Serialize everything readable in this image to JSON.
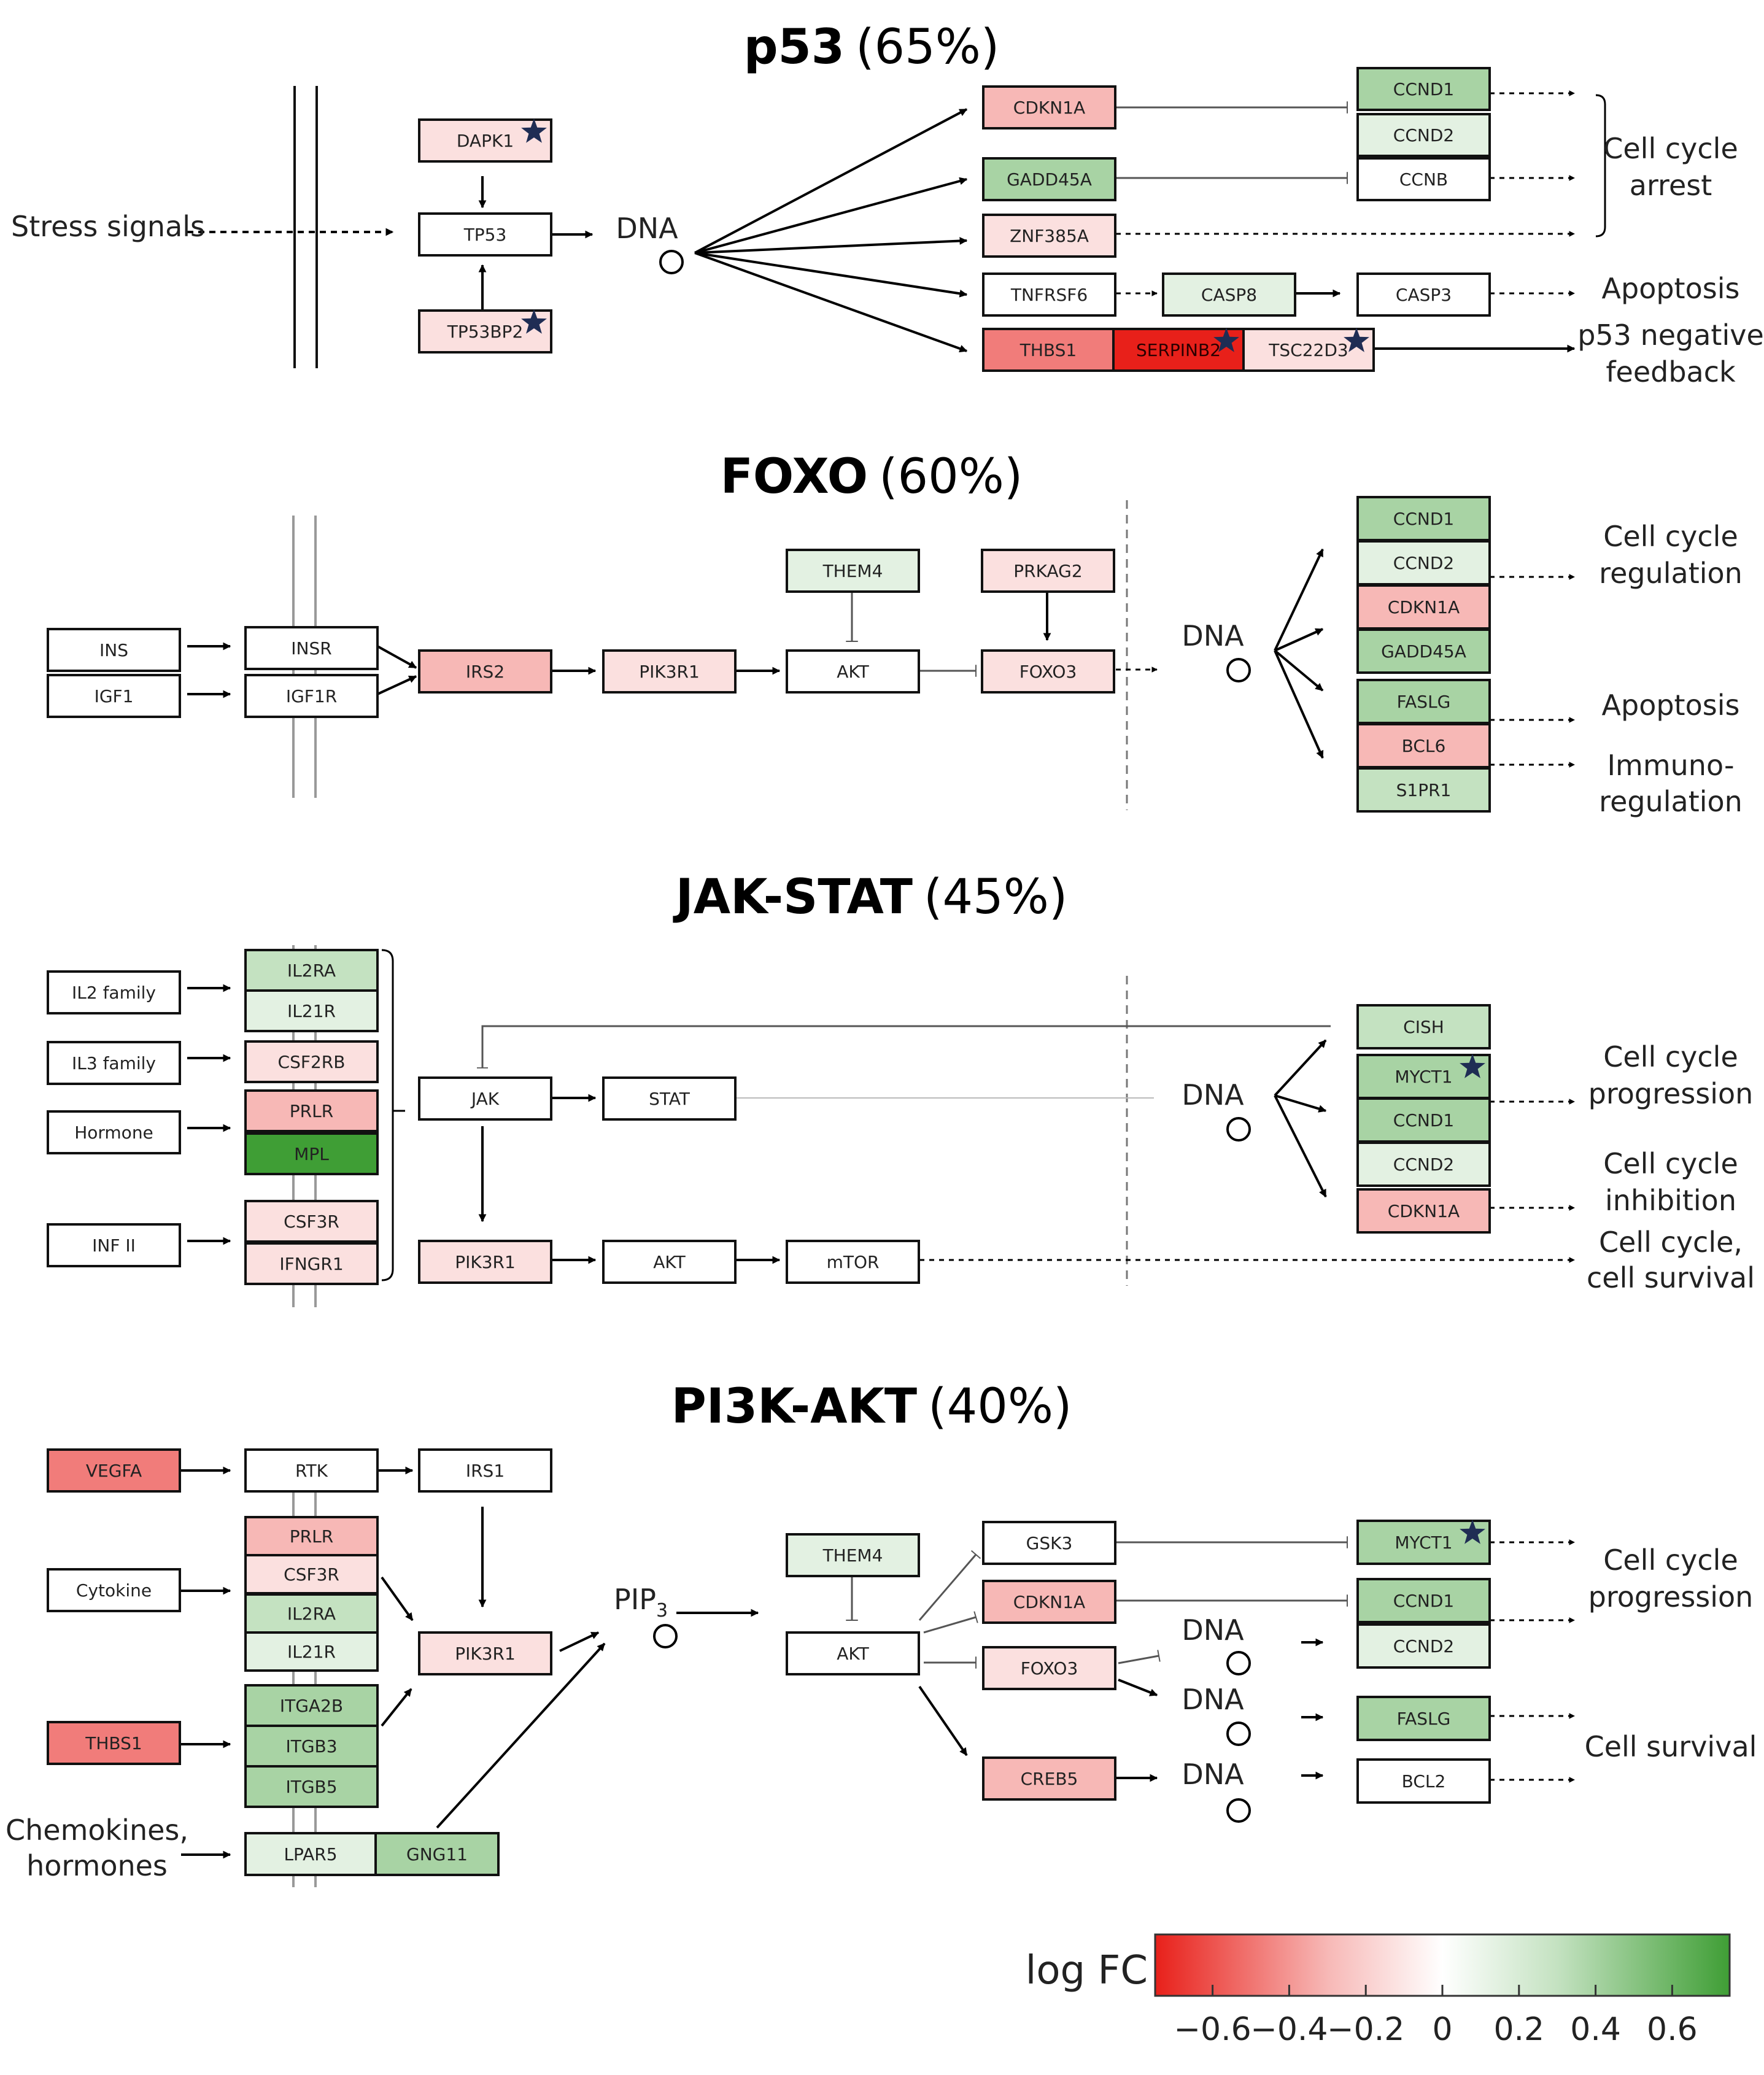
{
  "colors": {
    "red_strong": "#e8201a",
    "red_mid": "#f17c7a",
    "red_light": "#f7b8b6",
    "red_pale": "#fbe0df",
    "white": "#ffffff",
    "green_pale": "#e3f1e2",
    "green_light": "#c4e2c1",
    "green_mid": "#a8d3a4",
    "green_strong": "#3f9e35",
    "star": "#1f2d54"
  },
  "sections": {
    "p53": {
      "title": "p53",
      "pct": "(65%)"
    },
    "foxo": {
      "title": "FOXO",
      "pct": "(60%)"
    },
    "jak": {
      "title": "JAK-STAT",
      "pct": "(45%)"
    },
    "pi3k": {
      "title": "PI3K-AKT",
      "pct": "(40%)"
    }
  },
  "labels": {
    "stress": "Stress signals",
    "dna": "DNA",
    "pip3": "PIP",
    "pip3_sub": "3",
    "cc_arrest_1": "Cell cycle",
    "cc_arrest_2": "arrest",
    "apoptosis": "Apoptosis",
    "neg_fb_1": "p53 negative",
    "neg_fb_2": "feedback",
    "cc_reg_1": "Cell cycle",
    "cc_reg_2": "regulation",
    "immuno_1": "Immuno-",
    "immuno_2": "regulation",
    "cc_prog_1": "Cell cycle",
    "cc_prog_2": "progression",
    "cc_inh_1": "Cell cycle",
    "cc_inh_2": "inhibition",
    "cc_surv_1": "Cell cycle,",
    "cc_surv_2": "cell survival",
    "cell_survival": "Cell survival",
    "chemo_1": "Chemokines,",
    "chemo_2": "hormones"
  },
  "genes": {
    "p53": [
      "DAPK1",
      "TP53",
      "TP53BP2",
      "CDKN1A",
      "GADD45A",
      "ZNF385A",
      "TNFRSF6",
      "CASP8",
      "CASP3",
      "THBS1",
      "SERPINB2",
      "TSC22D3",
      "CCND1",
      "CCND2",
      "CCNB"
    ],
    "foxo": [
      "INS",
      "IGF1",
      "INSR",
      "IGF1R",
      "IRS2",
      "PIK3R1",
      "THEM4",
      "AKT",
      "PRKAG2",
      "FOXO3",
      "CCND1",
      "CCND2",
      "CDKN1A",
      "GADD45A",
      "FASLG",
      "BCL6",
      "S1PR1"
    ],
    "jak": [
      "IL2 family",
      "IL3 family",
      "Hormone",
      "INF II",
      "IL2RA",
      "IL21R",
      "CSF2RB",
      "PRLR",
      "MPL",
      "CSF3R",
      "IFNGR1",
      "JAK",
      "STAT",
      "PIK3R1",
      "AKT",
      "mTOR",
      "CISH",
      "MYCT1",
      "CCND1",
      "CCND2",
      "CDKN1A"
    ],
    "pi3k": [
      "VEGFA",
      "RTK",
      "IRS1",
      "Cytokine",
      "PRLR",
      "CSF3R",
      "IL2RA",
      "IL21R",
      "THBS1",
      "ITGA2B",
      "ITGB3",
      "ITGB5",
      "LPAR5",
      "GNG11",
      "PIK3R1",
      "THEM4",
      "AKT",
      "GSK3",
      "CDKN1A",
      "FOXO3",
      "CREB5",
      "MYCT1",
      "CCND1",
      "CCND2",
      "FASLG",
      "BCL2"
    ]
  },
  "legend": {
    "title": "log FC",
    "ticks": [
      "−0.6",
      "−0.4",
      "−0.2",
      "0",
      "0.2",
      "0.4",
      "0.6"
    ],
    "tick_values": [
      -0.6,
      -0.4,
      -0.2,
      0,
      0.2,
      0.4,
      0.6
    ],
    "range": [
      -0.75,
      0.75
    ],
    "stops": [
      "#e8201a",
      "#f7b8b6",
      "#ffffff",
      "#c4e2c1",
      "#3f9e35"
    ]
  }
}
